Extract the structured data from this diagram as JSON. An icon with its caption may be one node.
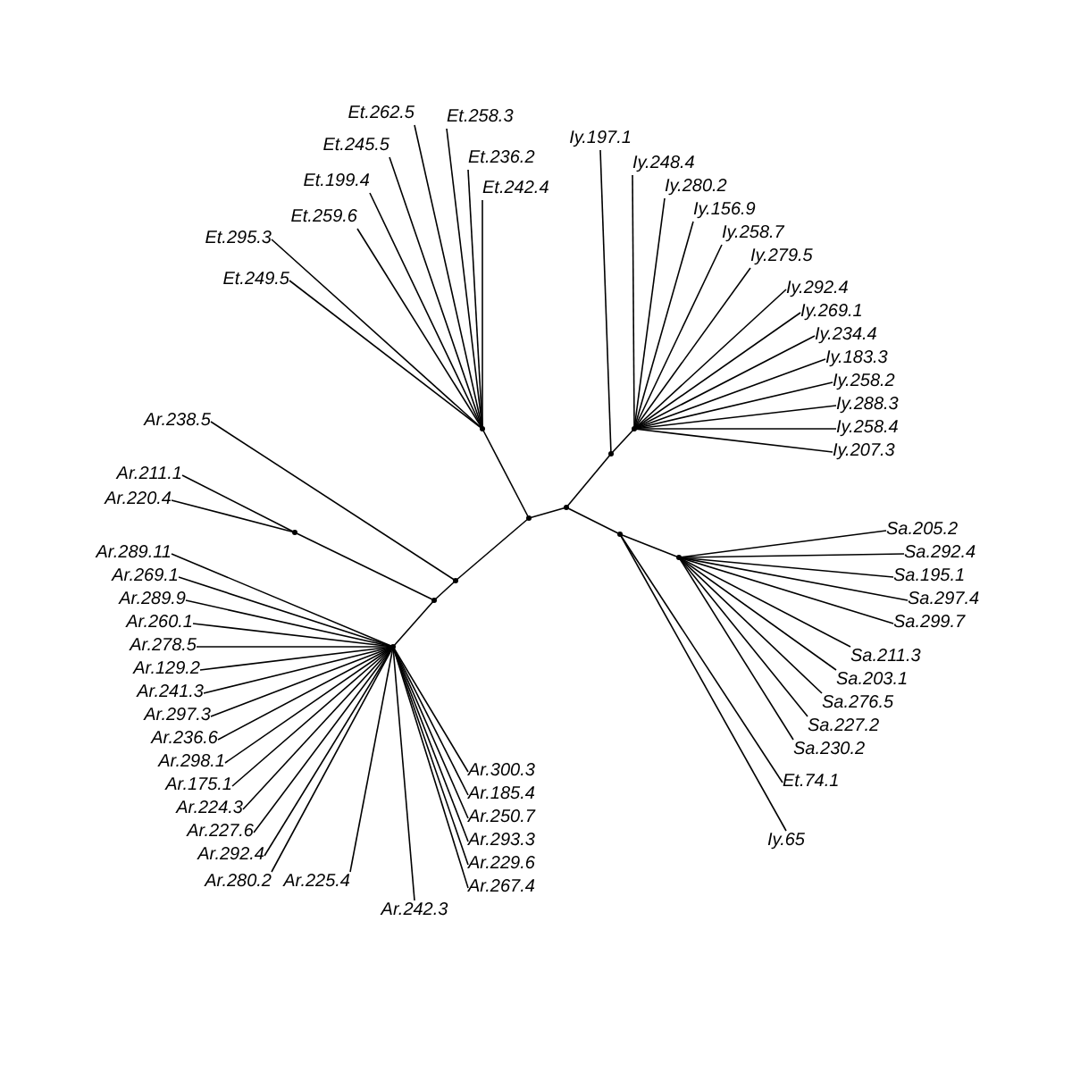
{
  "diagram": {
    "nodes": [
      {
        "text": [
          "Et.245.5"
        ]
      },
      {
        "text": [
          "Et.258.3"
        ]
      },
      {
        "text": [
          "Et.262.5"
        ]
      },
      {
        "text": [
          "Et.242.4"
        ]
      },
      {
        "text": [
          "Et.236.2"
        ]
      },
      {
        "text": [
          "Et.199.4"
        ]
      },
      {
        "text": [
          "Et.259.6"
        ]
      },
      {
        "text": [
          "Et.295.3"
        ]
      },
      {
        "text": [
          "Et.249.5"
        ]
      },
      {
        "text": [
          "Iy.197.1"
        ]
      },
      {
        "text": [
          "Iy.248.4"
        ]
      },
      {
        "text": [
          "Iy.280.2"
        ]
      },
      {
        "text": [
          "Iy.156.9"
        ]
      },
      {
        "text": [
          "Iy.258.7"
        ]
      },
      {
        "text": [
          "Iy.279.5"
        ]
      },
      {
        "text": [
          "Iy.292.4"
        ]
      },
      {
        "text": [
          "Iy.269.1"
        ]
      },
      {
        "text": [
          "Iy.234.4"
        ]
      },
      {
        "text": [
          "Iy.183.3"
        ]
      },
      {
        "text": [
          "Iy.258.2"
        ]
      },
      {
        "text": [
          "Iy.288.3"
        ]
      },
      {
        "text": [
          "Iy.258.4"
        ]
      },
      {
        "text": [
          "Iy.207.3"
        ]
      },
      {
        "text": [
          "Ar.238.5"
        ]
      },
      {
        "text": [
          "Ar.211.1"
        ]
      },
      {
        "text": [
          "Ar.220.4"
        ]
      },
      {
        "text": [
          "Ar.289.11"
        ]
      },
      {
        "text": [
          "Ar.269.1"
        ]
      },
      {
        "text": [
          "Ar.289.9"
        ]
      },
      {
        "text": [
          "Ar.260.1"
        ]
      },
      {
        "text": [
          "Ar.278.5"
        ]
      },
      {
        "text": [
          "Ar.129.2"
        ]
      },
      {
        "text": [
          "Ar.241.3"
        ]
      },
      {
        "text": [
          "Ar.297.3"
        ]
      },
      {
        "text": [
          "Ar.236.6"
        ]
      },
      {
        "text": [
          "Ar.298.1"
        ]
      },
      {
        "text": [
          "Ar.175.1"
        ]
      },
      {
        "text": [
          "Ar.224.3"
        ]
      },
      {
        "text": [
          "Ar.227.6"
        ]
      },
      {
        "text": [
          "Ar.292.4"
        ]
      },
      {
        "text": [
          "Sa.205.2"
        ]
      },
      {
        "text": [
          "Sa.292.4"
        ]
      },
      {
        "text": [
          "Sa.195.1"
        ]
      },
      {
        "text": [
          "Sa.297.4"
        ]
      },
      {
        "text": [
          "Sa.299.7"
        ]
      },
      {
        "text": [
          "Sa.211.3"
        ]
      },
      {
        "text": [
          "Sa.203.1"
        ]
      },
      {
        "text": [
          "Sa.276.5"
        ]
      },
      {
        "text": [
          "Sa.227.2"
        ]
      },
      {
        "text": [
          "Sa.230.2"
        ]
      },
      {
        "text": [
          "Et.74.1"
        ]
      },
      {
        "text": [
          "Iy.65"
        ]
      },
      {
        "text": [
          "Ar.280.2"
        ]
      },
      {
        "text": [
          "Ar.225.4"
        ]
      },
      {
        "text": [
          "Ar.242.3"
        ]
      },
      {
        "text": [
          "Ar.300.3"
        ]
      },
      {
        "text": [
          "Ar.185.4"
        ]
      },
      {
        "text": [
          "Ar.250.7"
        ]
      },
      {
        "text": [
          "Ar.293.3"
        ]
      },
      {
        "text": [
          "Ar.229.6"
        ]
      },
      {
        "text": [
          "Ar.267.4"
        ]
      },
      {
        "text": [],
        "shape": "circle"
      },
      {
        "text": [],
        "shape": "circle"
      },
      {
        "text": [],
        "shape": "circle"
      },
      {
        "text": [],
        "shape": "circle"
      },
      {
        "text": [],
        "shape": "circle"
      },
      {
        "text": [],
        "shape": "circle"
      },
      {
        "text": [],
        "shape": "circle"
      },
      {
        "text": [],
        "shape": "circle"
      },
      {
        "text": [],
        "shape": "circle"
      },
      {
        "text": [],
        "shape": "circle"
      },
      {
        "text": [],
        "shape": "circle"
      }
    ],
    "edges": [
      {
        "from": 66,
        "to": 67,
        "arrow": "none"
      },
      {
        "from": 66,
        "to": 65,
        "arrow": "none"
      },
      {
        "from": 66,
        "to": 64,
        "arrow": "none"
      },
      {
        "from": 65,
        "to": 0,
        "arrow": "none"
      },
      {
        "from": 65,
        "to": 1,
        "arrow": "none"
      },
      {
        "from": 65,
        "to": 2,
        "arrow": "none"
      },
      {
        "from": 65,
        "to": 3,
        "arrow": "none"
      },
      {
        "from": 65,
        "to": 4,
        "arrow": "none"
      },
      {
        "from": 65,
        "to": 5,
        "arrow": "none"
      },
      {
        "from": 65,
        "to": 6,
        "arrow": "none"
      },
      {
        "from": 65,
        "to": 7,
        "arrow": "none"
      },
      {
        "from": 65,
        "to": 8,
        "arrow": "none"
      },
      {
        "from": 64,
        "to": 23,
        "arrow": "none"
      },
      {
        "from": 64,
        "to": 63,
        "arrow": "none"
      },
      {
        "from": 63,
        "to": 61,
        "arrow": "none"
      },
      {
        "from": 61,
        "to": 24,
        "arrow": "none"
      },
      {
        "from": 61,
        "to": 25,
        "arrow": "none"
      },
      {
        "from": 63,
        "to": 62,
        "arrow": "none"
      },
      {
        "from": 62,
        "to": 26,
        "arrow": "none"
      },
      {
        "from": 62,
        "to": 27,
        "arrow": "none"
      },
      {
        "from": 62,
        "to": 28,
        "arrow": "none"
      },
      {
        "from": 62,
        "to": 29,
        "arrow": "none"
      },
      {
        "from": 62,
        "to": 30,
        "arrow": "none"
      },
      {
        "from": 62,
        "to": 31,
        "arrow": "none"
      },
      {
        "from": 62,
        "to": 32,
        "arrow": "none"
      },
      {
        "from": 62,
        "to": 33,
        "arrow": "none"
      },
      {
        "from": 62,
        "to": 34,
        "arrow": "none"
      },
      {
        "from": 62,
        "to": 35,
        "arrow": "none"
      },
      {
        "from": 62,
        "to": 36,
        "arrow": "none"
      },
      {
        "from": 62,
        "to": 37,
        "arrow": "none"
      },
      {
        "from": 62,
        "to": 38,
        "arrow": "none"
      },
      {
        "from": 62,
        "to": 39,
        "arrow": "none"
      },
      {
        "from": 62,
        "to": 52,
        "arrow": "none"
      },
      {
        "from": 62,
        "to": 53,
        "arrow": "none"
      },
      {
        "from": 62,
        "to": 54,
        "arrow": "none"
      },
      {
        "from": 62,
        "to": 55,
        "arrow": "none"
      },
      {
        "from": 62,
        "to": 56,
        "arrow": "none"
      },
      {
        "from": 62,
        "to": 57,
        "arrow": "none"
      },
      {
        "from": 62,
        "to": 58,
        "arrow": "none"
      },
      {
        "from": 62,
        "to": 59,
        "arrow": "none"
      },
      {
        "from": 62,
        "to": 60,
        "arrow": "none"
      },
      {
        "from": 67,
        "to": 68,
        "arrow": "none"
      },
      {
        "from": 68,
        "to": 9,
        "arrow": "none"
      },
      {
        "from": 68,
        "to": 70,
        "arrow": "none"
      },
      {
        "from": 70,
        "to": 10,
        "arrow": "none"
      },
      {
        "from": 70,
        "to": 11,
        "arrow": "none"
      },
      {
        "from": 70,
        "to": 12,
        "arrow": "none"
      },
      {
        "from": 70,
        "to": 13,
        "arrow": "none"
      },
      {
        "from": 70,
        "to": 14,
        "arrow": "none"
      },
      {
        "from": 70,
        "to": 15,
        "arrow": "none"
      },
      {
        "from": 70,
        "to": 16,
        "arrow": "none"
      },
      {
        "from": 70,
        "to": 17,
        "arrow": "none"
      },
      {
        "from": 70,
        "to": 18,
        "arrow": "none"
      },
      {
        "from": 70,
        "to": 19,
        "arrow": "none"
      },
      {
        "from": 70,
        "to": 20,
        "arrow": "none"
      },
      {
        "from": 70,
        "to": 21,
        "arrow": "none"
      },
      {
        "from": 70,
        "to": 22,
        "arrow": "none"
      },
      {
        "from": 67,
        "to": 69,
        "arrow": "none"
      },
      {
        "from": 69,
        "to": 71,
        "arrow": "none"
      },
      {
        "from": 69,
        "to": 50,
        "arrow": "none"
      },
      {
        "from": 69,
        "to": 51,
        "arrow": "none"
      },
      {
        "from": 71,
        "to": 40,
        "arrow": "none"
      },
      {
        "from": 71,
        "to": 41,
        "arrow": "none"
      },
      {
        "from": 71,
        "to": 42,
        "arrow": "none"
      },
      {
        "from": 71,
        "to": 43,
        "arrow": "none"
      },
      {
        "from": 71,
        "to": 44,
        "arrow": "none"
      },
      {
        "from": 71,
        "to": 45,
        "arrow": "none"
      },
      {
        "from": 71,
        "to": 46,
        "arrow": "none"
      },
      {
        "from": 71,
        "to": 47,
        "arrow": "none"
      },
      {
        "from": 71,
        "to": 48,
        "arrow": "none"
      },
      {
        "from": 71,
        "to": 49,
        "arrow": "none"
      }
    ]
  }
}
